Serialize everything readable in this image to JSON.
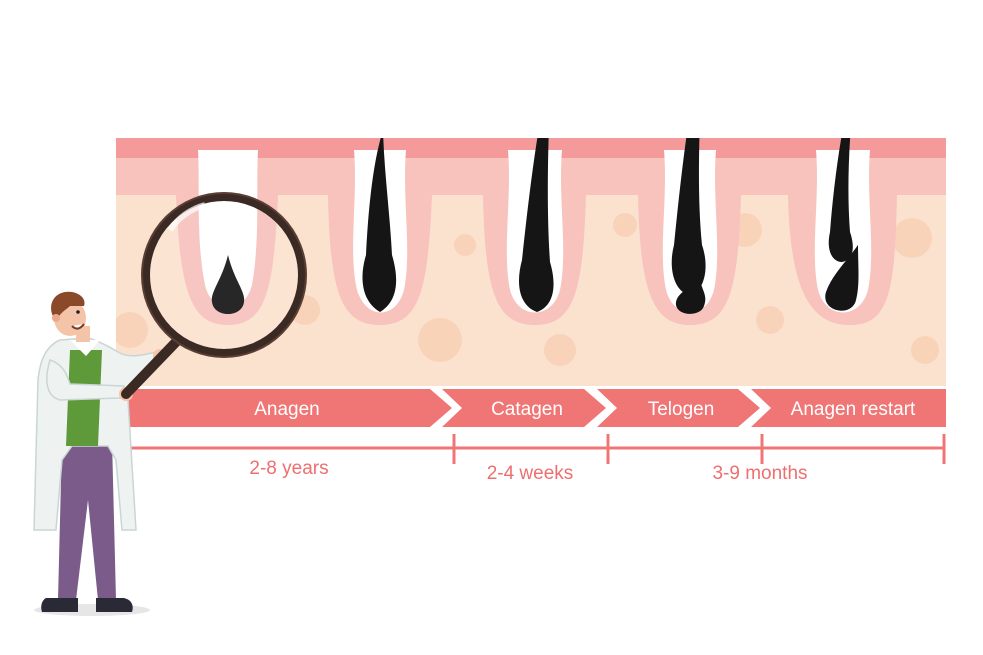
{
  "phases": [
    {
      "label": "Anagen"
    },
    {
      "label": "Catagen"
    },
    {
      "label": "Telogen"
    },
    {
      "label": "Anagen restart"
    }
  ],
  "durations": [
    {
      "label": "2-8 years"
    },
    {
      "label": "2-4 weeks"
    },
    {
      "label": "3-9 months"
    }
  ],
  "colors": {
    "skin_top": "#f49a9a",
    "skin_mid": "#f8c2bd",
    "dermis": "#fbe2cf",
    "accent": "#f07575",
    "hair": "#111111",
    "coat": "#eef3f2",
    "sweater": "#5f9a3a",
    "pants": "#7a5b8a"
  },
  "icons": {
    "magnifier": "magnifying-glass-icon",
    "doctor": "doctor-figure"
  }
}
